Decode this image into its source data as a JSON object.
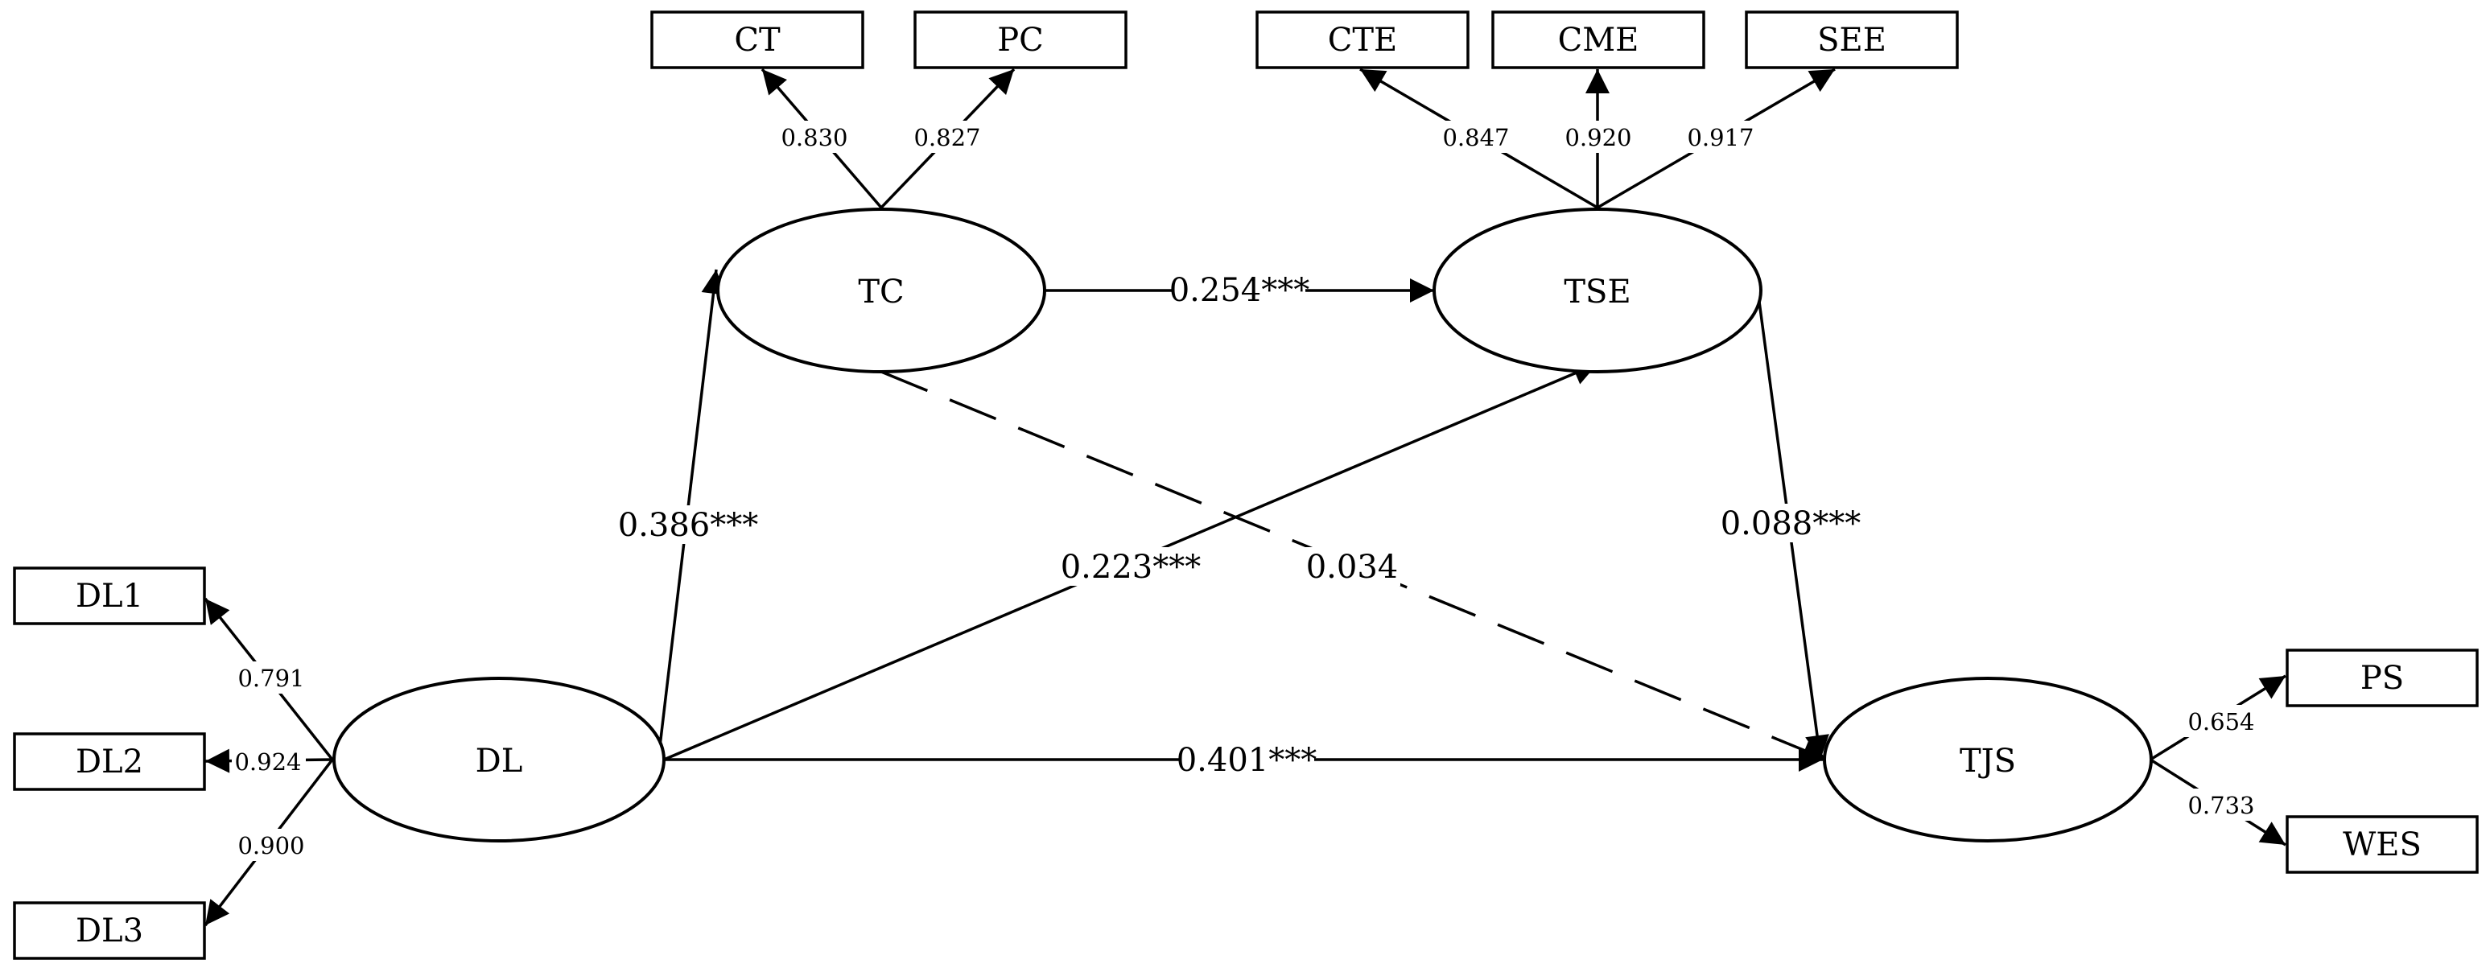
{
  "constructs": {
    "TC": "TC",
    "TSE": "TSE",
    "DL": "DL",
    "TJS": "TJS"
  },
  "indicators": {
    "CT": "CT",
    "PC": "PC",
    "CTE": "CTE",
    "CME": "CME",
    "SEE": "SEE",
    "DL1": "DL1",
    "DL2": "DL2",
    "DL3": "DL3",
    "PS": "PS",
    "WES": "WES"
  },
  "loadings": {
    "CT": "0.830",
    "PC": "0.827",
    "CTE": "0.847",
    "CME": "0.920",
    "SEE": "0.917",
    "DL1": "0.791",
    "DL2": "0.924",
    "DL3": "0.900",
    "PS": "0.654",
    "WES": "0.733"
  },
  "paths": {
    "TC_TSE": "0.254***",
    "DL_TC": "0.386***",
    "DL_TSE": "0.223***",
    "TC_TJS": "0.034",
    "TSE_TJS": "0.088***",
    "DL_TJS": "0.401***"
  },
  "colors": {
    "stroke": "#000000",
    "background": "#ffffff"
  }
}
